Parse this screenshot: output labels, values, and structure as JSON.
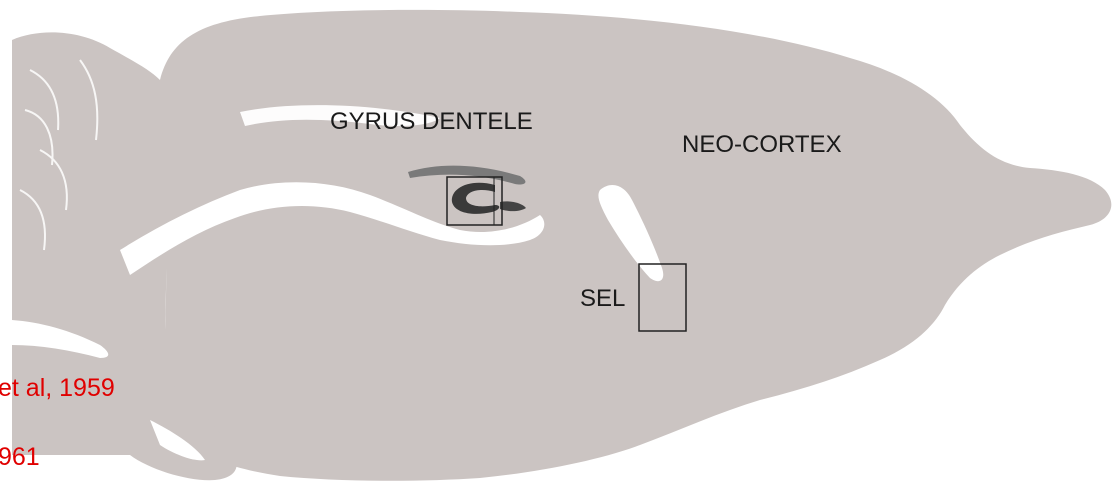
{
  "colors": {
    "tissue": "#cbc4c2",
    "background": "#ffffff",
    "box_stroke": "#222222",
    "hippocampus_dark": "#3c3c3c",
    "hippocampus_mid": "#8a8a8a",
    "citation": "#e00000"
  },
  "labels": {
    "dentate_gyrus": "GYRUS DENTELE",
    "neocortex": "NEO-CORTEX",
    "sel": "SEL"
  },
  "citations": {
    "line1": "et al, 1959",
    "line2": "961"
  }
}
